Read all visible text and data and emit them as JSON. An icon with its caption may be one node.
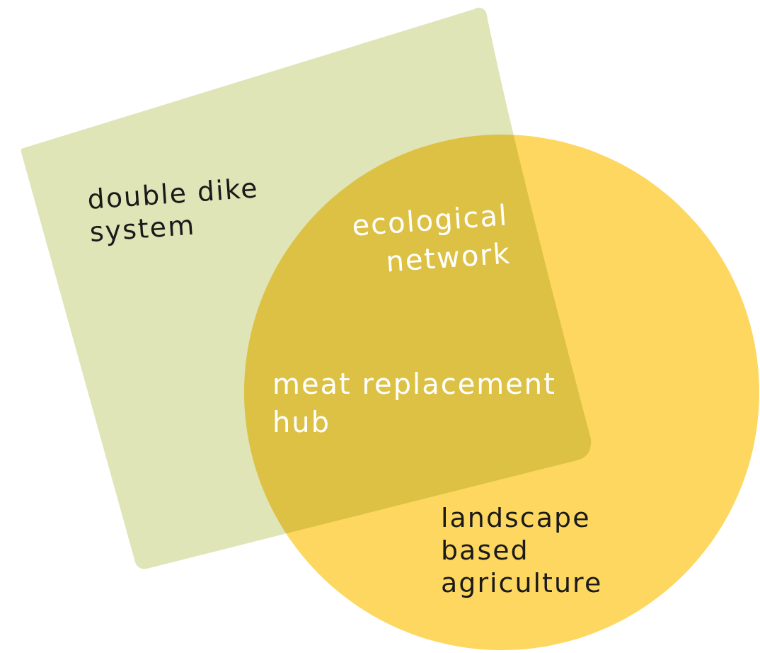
{
  "diagram": {
    "nodes": [
      {
        "text": [
          "double dike system"
        ]
      },
      {
        "text": [
          "landscape based agriculture"
        ]
      }
    ],
    "labels": [
      "ecological network",
      "meat replacement hub"
    ]
  }
}
